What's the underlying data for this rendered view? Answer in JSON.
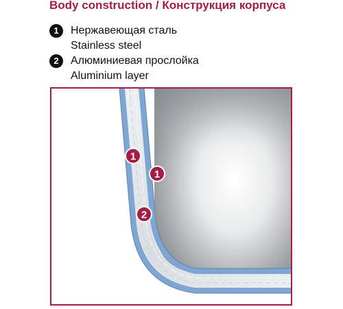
{
  "title": "Body construction / Конструкция корпуса",
  "legend": [
    {
      "num": "1",
      "ru": "Нержавеющая сталь",
      "en": "Stainless steel"
    },
    {
      "num": "2",
      "ru": "Алюминиевая прослойка",
      "en": "Aluminium layer"
    }
  ],
  "markers": [
    {
      "num": "1",
      "layer": "outer stainless steel"
    },
    {
      "num": "1",
      "layer": "inner stainless steel"
    },
    {
      "num": "2",
      "layer": "aluminium layer"
    }
  ],
  "colors": {
    "accent": "#a51d45",
    "marker": "#a51d45",
    "steel_edge": "#7fa6d3",
    "aluminium": "#dde2e7",
    "frame": "#a51d45"
  }
}
